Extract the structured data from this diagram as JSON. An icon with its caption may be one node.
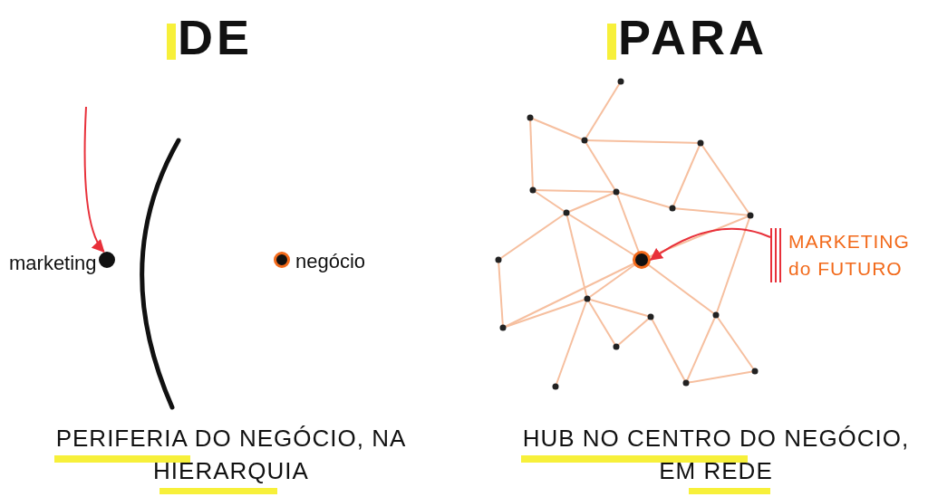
{
  "diagram": {
    "nodes": [
      {
        "text": [
          "marketing"
        ]
      },
      {
        "text": [
          "negócio"
        ]
      },
      {
        "text": [],
        "shape": "circle"
      },
      {
        "text": [
          "MARKETING do FUTURO"
        ]
      }
    ],
    "edges": [
      {
        "from": null,
        "to": 0,
        "arrow": "to"
      },
      {
        "from": 3,
        "to": 2,
        "arrow": "to"
      }
    ],
    "labels": [
      "DE",
      "PARA",
      "PERIFERIA DO NEGÓCIO, NA HIERARQUIA",
      "HUB NO CENTRO DO NEGÓCIO, EM REDE"
    ]
  }
}
